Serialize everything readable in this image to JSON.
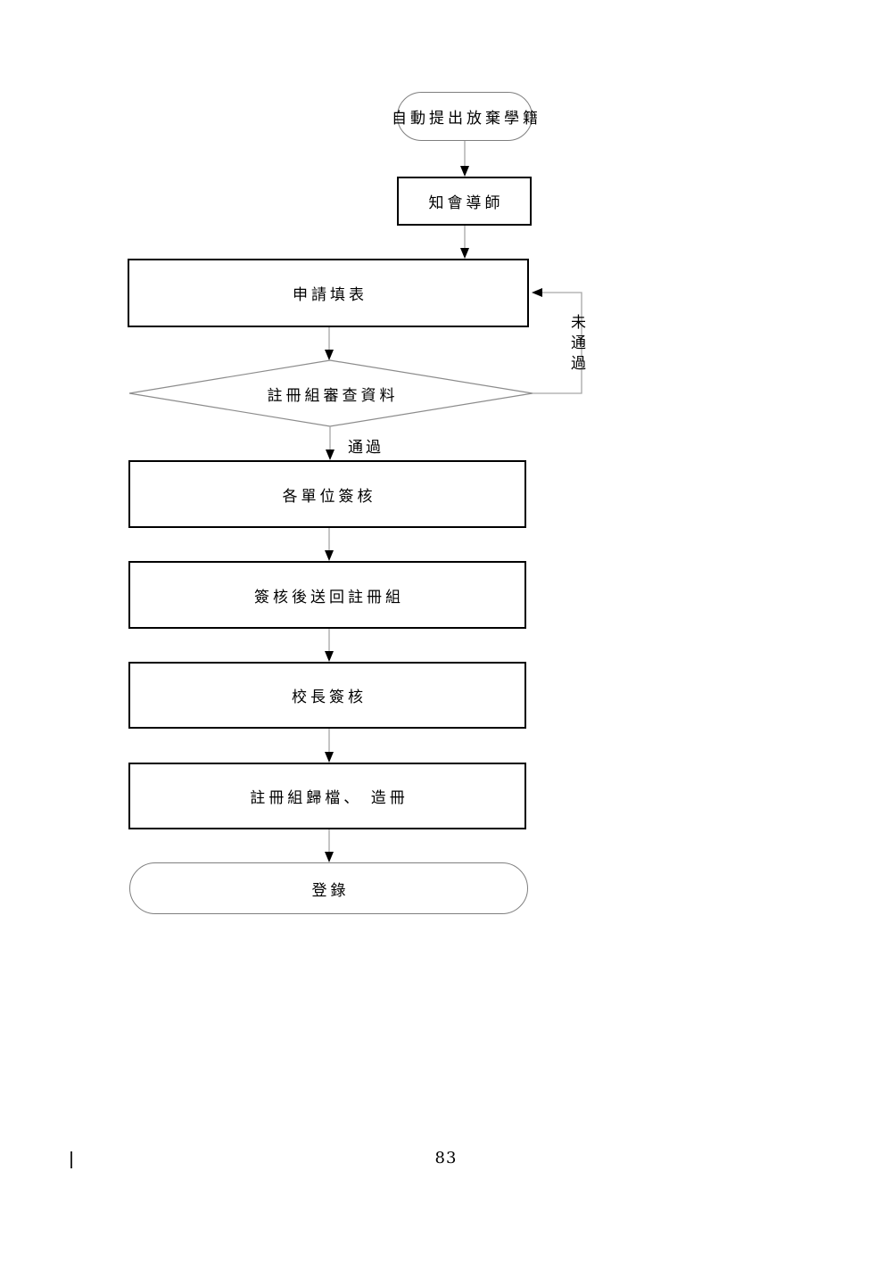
{
  "page": {
    "number": "83"
  },
  "flowchart": {
    "nodes": [
      {
        "id": "start",
        "shape": "oval",
        "label": "自動提出放棄學籍"
      },
      {
        "id": "notify-advisor",
        "shape": "rect",
        "label": "知會導師"
      },
      {
        "id": "fill-form",
        "shape": "rect",
        "label": "申請填表"
      },
      {
        "id": "review",
        "shape": "diamond",
        "label": "註冊組審查資料"
      },
      {
        "id": "unit-sign",
        "shape": "rect",
        "label": "各單位簽核"
      },
      {
        "id": "return-reg",
        "shape": "rect",
        "label": "簽核後送回註冊組"
      },
      {
        "id": "principal-sign",
        "shape": "rect",
        "label": "校長簽核"
      },
      {
        "id": "archive",
        "shape": "rect",
        "label": "註冊組歸檔、 造冊"
      },
      {
        "id": "record",
        "shape": "stadium",
        "label": "登錄"
      }
    ],
    "edge_labels": {
      "fail": "未通過",
      "pass": "通過"
    },
    "colors": {
      "connector_line": "#a6a6a6",
      "thin_outline": "#7f7f7f",
      "box_border": "#000000",
      "arrowhead": "#000000"
    }
  }
}
